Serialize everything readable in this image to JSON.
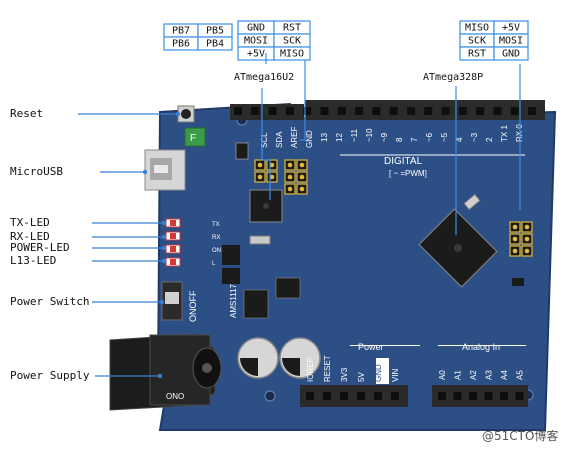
{
  "pin_tables": {
    "u2_portb": {
      "cells": [
        [
          "PB7",
          "PB5"
        ],
        [
          "PB6",
          "PB4"
        ]
      ]
    },
    "u2_isp": {
      "cells": [
        [
          "GND",
          "RST"
        ],
        [
          "MOSI",
          "SCK"
        ],
        [
          "+5V",
          "MISO"
        ]
      ]
    },
    "m328_isp": {
      "cells": [
        [
          "MISO",
          "+5V"
        ],
        [
          "SCK",
          "MOSI"
        ],
        [
          "RST",
          "GND"
        ]
      ]
    }
  },
  "chips": {
    "usb_chip": "ATmega16U2",
    "main_chip": "ATmega328P"
  },
  "callouts": [
    {
      "id": "reset",
      "label": "Reset"
    },
    {
      "id": "microusb",
      "label": "MicroUSB"
    },
    {
      "id": "tx-led",
      "label": "TX-LED"
    },
    {
      "id": "rx-led",
      "label": "RX-LED"
    },
    {
      "id": "power-led",
      "label": "POWER-LED"
    },
    {
      "id": "l13-led",
      "label": "L13-LED"
    },
    {
      "id": "power-switch",
      "label": "Power Switch"
    },
    {
      "id": "power-supply",
      "label": "Power Supply"
    }
  ],
  "board": {
    "digital_label": "DIGITAL",
    "pwm_label": "[ ~ =PWM]",
    "digital_pins": [
      "13",
      "12",
      "~11",
      "~10",
      "~9",
      "8",
      "7",
      "~6",
      "~5",
      "4",
      "~3",
      "2",
      "TX 1",
      "RX 0"
    ],
    "left_header_pins": [
      "SCL",
      "SDA",
      "AREF",
      "GND"
    ],
    "power_label": "Power",
    "analog_label": "Analog In",
    "power_pins": [
      "IOREF",
      "RESET",
      "3V3",
      "5V",
      "GND",
      "VIN"
    ],
    "analog_pins": [
      "A0",
      "A1",
      "A2",
      "A3",
      "A4",
      "A5"
    ],
    "onoff_label": "ONOFF",
    "regulator_label": "AMS1117",
    "led_marks": [
      "TX",
      "RX",
      "ON",
      "L"
    ],
    "corner_text": "ONO"
  },
  "watermark": "@51CTO博客",
  "colors": {
    "board": "#2c4f86",
    "board_dark": "#1f3a66",
    "callout_line": "#3a7fd0",
    "table_border": "#3a8ee6",
    "header": "#2b2b2b",
    "gold": "#e2b93b"
  }
}
